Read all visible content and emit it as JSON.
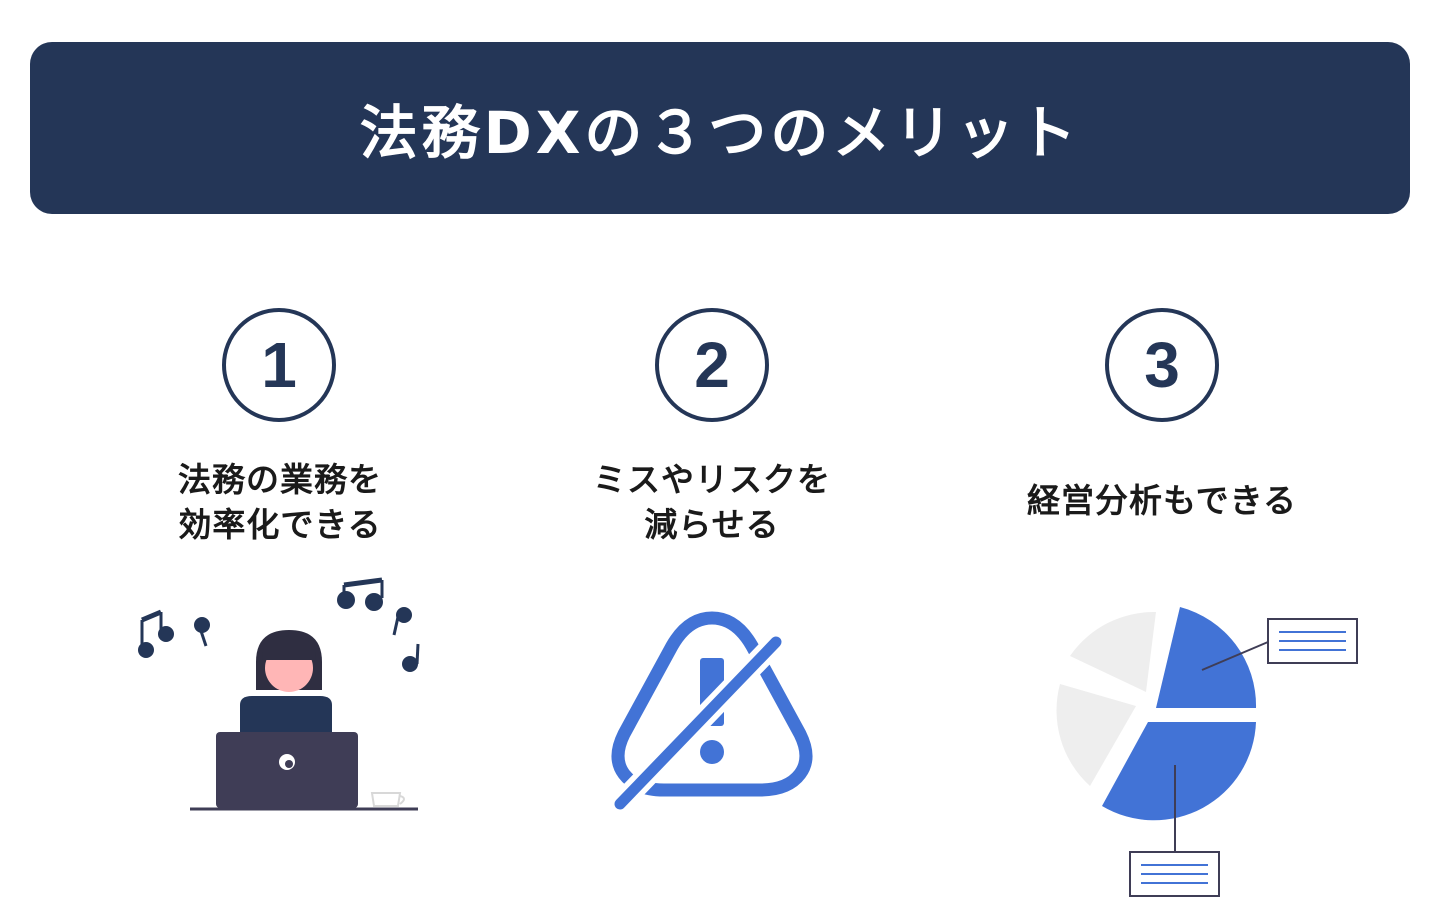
{
  "title": "法務DXの３つのメリット",
  "merits": [
    {
      "number": "1",
      "lines": [
        "法務の業務を",
        "効率化できる"
      ]
    },
    {
      "number": "2",
      "lines": [
        "ミスやリスクを",
        "減らせる"
      ]
    },
    {
      "number": "3",
      "lines": [
        "経営分析もできる"
      ]
    }
  ],
  "colors": {
    "navy": "#243657",
    "blue": "#4273d6",
    "light_gray": "#eeeeee"
  }
}
